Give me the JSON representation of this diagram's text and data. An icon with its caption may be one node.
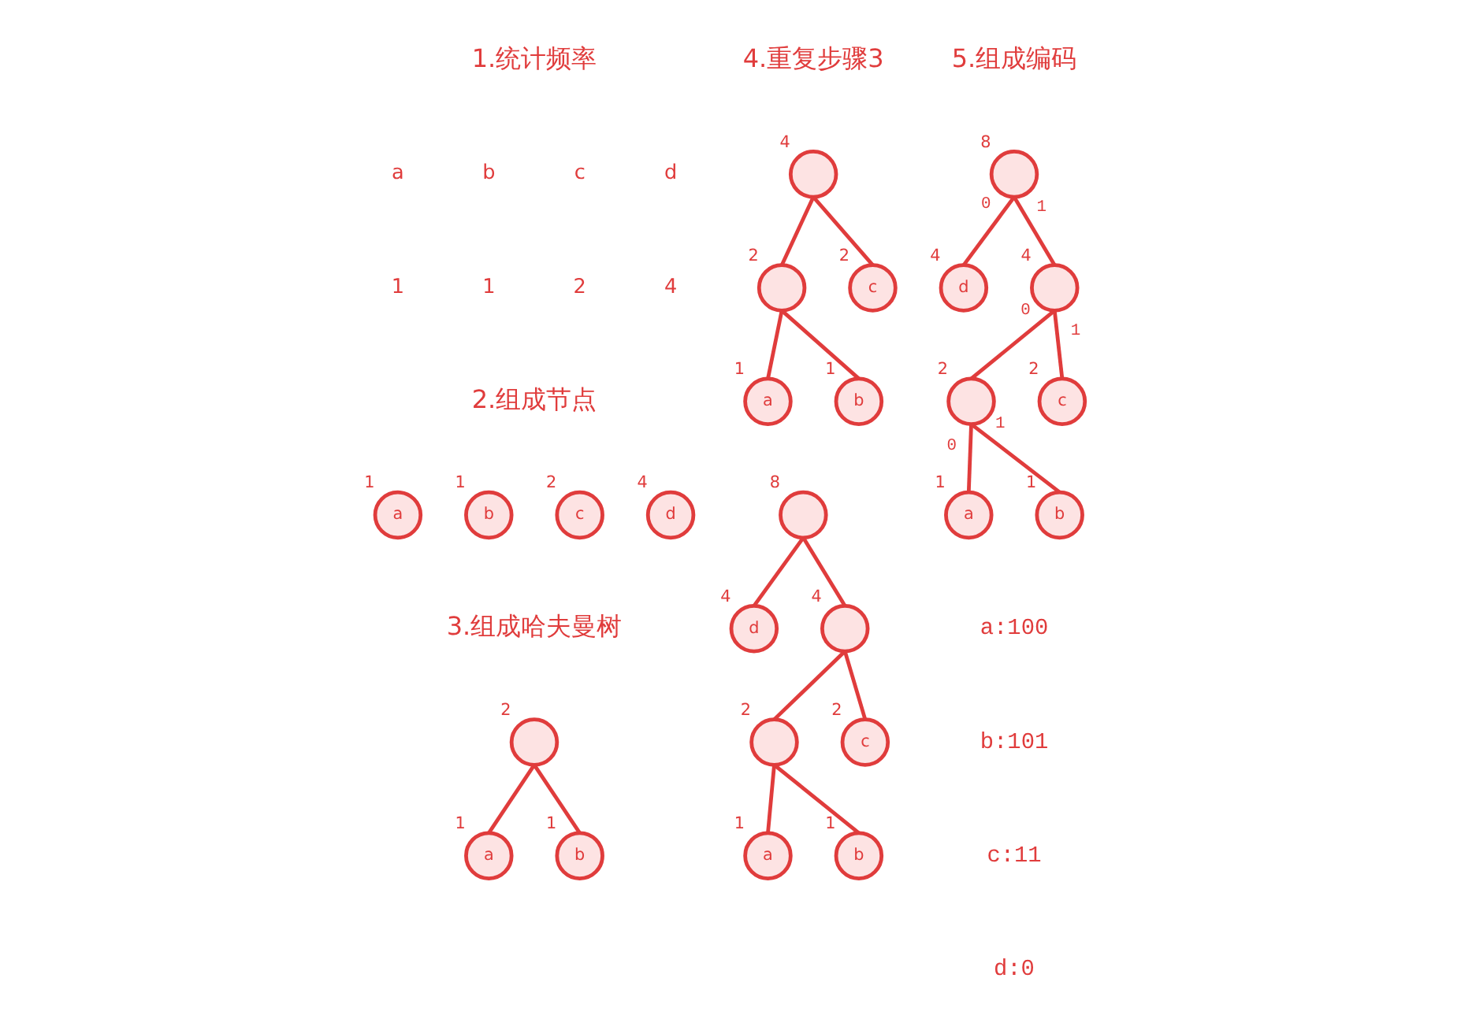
{
  "diagram": {
    "nodes": [
      {
        "text": [
          "a"
        ],
        "beside": [
          "1"
        ]
      },
      {
        "text": [
          "b"
        ],
        "beside": [
          "1"
        ]
      },
      {
        "text": [
          "c"
        ],
        "beside": [
          "2"
        ]
      },
      {
        "text": [
          "d"
        ],
        "beside": [
          "4"
        ]
      },
      {
        "text": [],
        "shape": "circle",
        "beside": [
          "2"
        ]
      },
      {
        "text": [
          "a"
        ],
        "beside": [
          "1"
        ]
      },
      {
        "text": [
          "b"
        ],
        "beside": [
          "1"
        ]
      },
      {
        "text": [],
        "shape": "circle",
        "beside": [
          "4"
        ]
      },
      {
        "text": [],
        "shape": "circle",
        "beside": [
          "2"
        ]
      },
      {
        "text": [
          "c"
        ],
        "beside": [
          "2"
        ]
      },
      {
        "text": [
          "a"
        ],
        "beside": [
          "1"
        ]
      },
      {
        "text": [
          "b"
        ],
        "beside": [
          "1"
        ]
      },
      {
        "text": [],
        "shape": "circle",
        "beside": [
          "8"
        ]
      },
      {
        "text": [
          "d"
        ],
        "beside": [
          "4"
        ]
      },
      {
        "text": [],
        "shape": "circle",
        "beside": [
          "4"
        ]
      },
      {
        "text": [],
        "shape": "circle",
        "beside": [
          "2"
        ]
      },
      {
        "text": [
          "c"
        ],
        "beside": [
          "2"
        ]
      },
      {
        "text": [
          "a"
        ],
        "beside": [
          "1"
        ]
      },
      {
        "text": [
          "b"
        ],
        "beside": [
          "1"
        ]
      },
      {
        "text": [],
        "shape": "circle",
        "beside": [
          "8"
        ]
      },
      {
        "text": [
          "d"
        ],
        "beside": [
          "4"
        ]
      },
      {
        "text": [],
        "shape": "circle",
        "beside": [
          "4"
        ]
      },
      {
        "text": [],
        "shape": "circle",
        "beside": [
          "2"
        ]
      },
      {
        "text": [
          "c"
        ],
        "beside": [
          "2"
        ]
      },
      {
        "text": [
          "a"
        ],
        "beside": [
          "1"
        ]
      },
      {
        "text": [
          "b"
        ],
        "beside": [
          "1"
        ]
      }
    ],
    "edges": [
      {
        "from": 4,
        "to": 5,
        "arrow": "none"
      },
      {
        "from": 4,
        "to": 6,
        "arrow": "none"
      },
      {
        "from": 7,
        "to": 8,
        "arrow": "none"
      },
      {
        "from": 7,
        "to": 9,
        "arrow": "none"
      },
      {
        "from": 8,
        "to": 10,
        "arrow": "none"
      },
      {
        "from": 8,
        "to": 11,
        "arrow": "none"
      },
      {
        "from": 12,
        "to": 13,
        "arrow": "none"
      },
      {
        "from": 12,
        "to": 14,
        "arrow": "none"
      },
      {
        "from": 14,
        "to": 15,
        "arrow": "none"
      },
      {
        "from": 14,
        "to": 16,
        "arrow": "none"
      },
      {
        "from": 15,
        "to": 17,
        "arrow": "none"
      },
      {
        "from": 15,
        "to": 18,
        "arrow": "none"
      },
      {
        "from": 19,
        "to": 20,
        "arrow": "none",
        "label": "0"
      },
      {
        "from": 19,
        "to": 21,
        "arrow": "none",
        "label": "1"
      },
      {
        "from": 21,
        "to": 22,
        "arrow": "none",
        "label": "0"
      },
      {
        "from": 21,
        "to": 23,
        "arrow": "none",
        "label": "1"
      },
      {
        "from": 22,
        "to": 24,
        "arrow": "none",
        "label": "0"
      },
      {
        "from": 22,
        "to": 25,
        "arrow": "none",
        "label": "1"
      }
    ],
    "labels": [
      "1.统计频率",
      "a",
      "b",
      "c",
      "d",
      "1",
      "1",
      "2",
      "4",
      "2.组成节点",
      "3.组成哈夫曼树",
      "4.重复步骤3",
      "5.组成编码",
      "a:100",
      "b:101",
      "c:11",
      "d:0"
    ]
  }
}
